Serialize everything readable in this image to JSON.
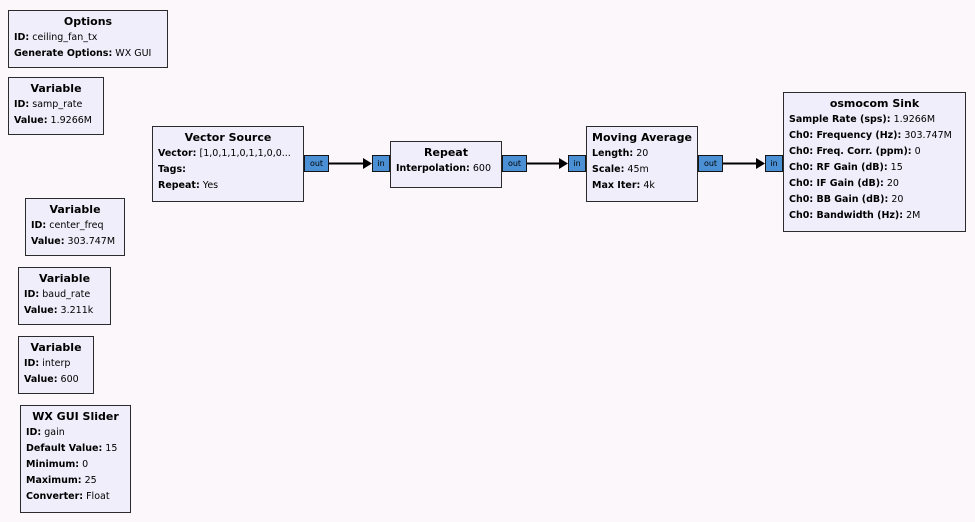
{
  "colors": {
    "canvas_bg": "#fbf7fb",
    "block_bg": "#f0eefa",
    "block_border": "#2b2b2b",
    "port_fill": "#4b90d5",
    "connection": "#000000"
  },
  "port_labels": {
    "in": "in",
    "out": "out"
  },
  "blocks": {
    "options": {
      "title": "Options",
      "params": [
        {
          "label": "ID:",
          "value": "ceiling_fan_tx"
        },
        {
          "label": "Generate Options:",
          "value": "WX GUI"
        }
      ]
    },
    "var_samp_rate": {
      "title": "Variable",
      "params": [
        {
          "label": "ID:",
          "value": "samp_rate"
        },
        {
          "label": "Value:",
          "value": "1.9266M"
        }
      ]
    },
    "var_center_freq": {
      "title": "Variable",
      "params": [
        {
          "label": "ID:",
          "value": "center_freq"
        },
        {
          "label": "Value:",
          "value": "303.747M"
        }
      ]
    },
    "var_baud_rate": {
      "title": "Variable",
      "params": [
        {
          "label": "ID:",
          "value": "baud_rate"
        },
        {
          "label": "Value:",
          "value": "3.211k"
        }
      ]
    },
    "var_interp": {
      "title": "Variable",
      "params": [
        {
          "label": "ID:",
          "value": "interp"
        },
        {
          "label": "Value:",
          "value": "600"
        }
      ]
    },
    "slider": {
      "title": "WX GUI Slider",
      "params": [
        {
          "label": "ID:",
          "value": "gain"
        },
        {
          "label": "Default Value:",
          "value": "15"
        },
        {
          "label": "Minimum:",
          "value": "0"
        },
        {
          "label": "Maximum:",
          "value": "25"
        },
        {
          "label": "Converter:",
          "value": "Float"
        }
      ]
    },
    "vector_source": {
      "title": "Vector Source",
      "params": [
        {
          "label": "Vector:",
          "value": "[1,0,1,1,0,1,1,0,0..."
        },
        {
          "label": "Tags:",
          "value": ""
        },
        {
          "label": "Repeat:",
          "value": "Yes"
        }
      ]
    },
    "repeat": {
      "title": "Repeat",
      "params": [
        {
          "label": "Interpolation:",
          "value": "600"
        }
      ]
    },
    "moving_average": {
      "title": "Moving Average",
      "params": [
        {
          "label": "Length:",
          "value": "20"
        },
        {
          "label": "Scale:",
          "value": "45m"
        },
        {
          "label": "Max Iter:",
          "value": "4k"
        }
      ]
    },
    "osmocom_sink": {
      "title": "osmocom Sink",
      "params": [
        {
          "label": "Sample Rate (sps):",
          "value": "1.9266M"
        },
        {
          "label": "Ch0: Frequency (Hz):",
          "value": "303.747M"
        },
        {
          "label": "Ch0: Freq. Corr. (ppm):",
          "value": "0"
        },
        {
          "label": "Ch0: RF Gain (dB):",
          "value": "15"
        },
        {
          "label": "Ch0: IF Gain (dB):",
          "value": "20"
        },
        {
          "label": "Ch0: BB Gain (dB):",
          "value": "20"
        },
        {
          "label": "Ch0: Bandwidth (Hz):",
          "value": "2M"
        }
      ]
    }
  }
}
